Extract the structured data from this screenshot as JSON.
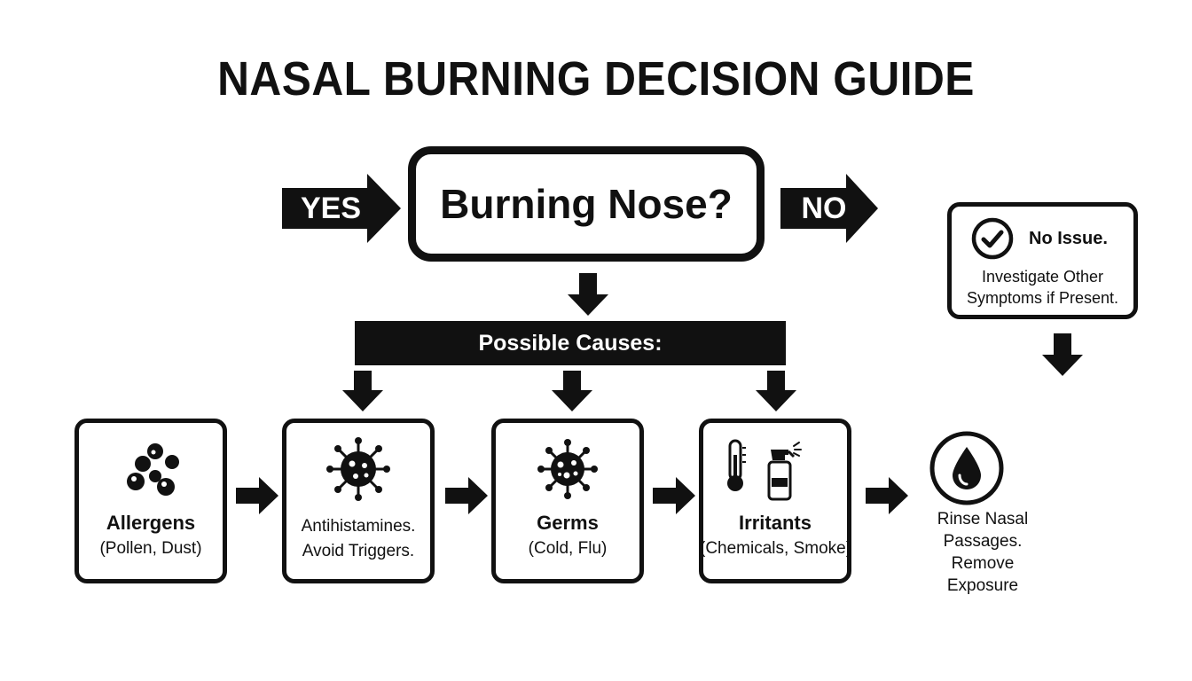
{
  "title": "NASAL BURNING DECISION GUIDE",
  "question": "Burning Nose?",
  "yes_label": "YES",
  "no_label": "NO",
  "no_issue": {
    "title": "No Issue.",
    "line1": "Investigate Other",
    "line2": "Symptoms if Present."
  },
  "causes_header": "Possible Causes:",
  "cards": {
    "allergens": {
      "title": "Allergens",
      "sub": "(Pollen, Dust)",
      "icon": "particles-icon"
    },
    "antihistamines": {
      "line1": "Antihistamines.",
      "line2": "Avoid Triggers.",
      "icon": "virus-icon"
    },
    "germs": {
      "title": "Germs",
      "sub": "(Cold, Flu)",
      "icon": "germ-icon"
    },
    "irritants": {
      "title": "Irritants",
      "sub": "(Chemicals, Smoke)",
      "icon": "thermometer-spray-icon"
    }
  },
  "rinse": {
    "line1": "Rinse Nasal",
    "line2": "Passages.",
    "line3": "Remove Exposure",
    "icon": "water-drop-icon"
  },
  "colors": {
    "ink": "#111111",
    "background": "#ffffff"
  }
}
